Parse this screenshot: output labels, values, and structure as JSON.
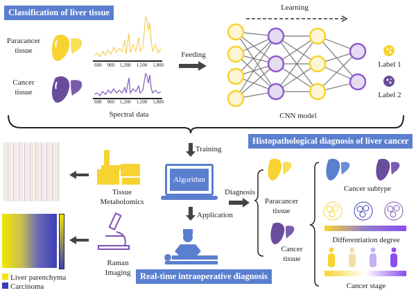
{
  "top_section": {
    "title": "Classification of liver tissue",
    "paracancer_label_1": "Paracancer",
    "paracancer_label_2": "tissue",
    "cancer_label_1": "Cancer",
    "cancer_label_2": "tissue",
    "spectral_ticks": [
      "600",
      "900",
      "1,200",
      "1,500",
      "1,800"
    ],
    "spectral_label": "Spectral data",
    "feeding_label": "Feeding",
    "learning_label": "Learning",
    "cnn_label": "CNN  model",
    "label_1": "Label 1",
    "label_2": "Label 2"
  },
  "middle": {
    "training_label": "Training",
    "algorithm_label": "Algorithm",
    "application_label": "Application",
    "diagnosis_label": "Diagnosis",
    "metabolomics_label_1": "Tissue",
    "metabolomics_label_2": "Metabolomics",
    "raman_label_1": "Raman",
    "raman_label_2": "Imaging",
    "realtime_title": "Real-time intraoperative diagnosis"
  },
  "legend": {
    "items": [
      {
        "label": "Liver parenchyma",
        "color": "#f2e600"
      },
      {
        "label": "Carcinoma",
        "color": "#3b3fb5"
      }
    ]
  },
  "histo": {
    "title": "Histopathological diagnosis of  liver cancer",
    "paracancer_1": "Paracancer",
    "paracancer_2": "tissue",
    "cancer_1": "Cancer",
    "cancer_2": "tissue",
    "subtype_label": "Cancer subtype",
    "differentiation_label": "Differentiation degree",
    "stage_label": "Cancer stage"
  },
  "colors": {
    "yellow": "#f7d331",
    "purple": "#6a4c9c",
    "blue": "#5b7fcf",
    "title_bg": "#5b7fcf"
  }
}
